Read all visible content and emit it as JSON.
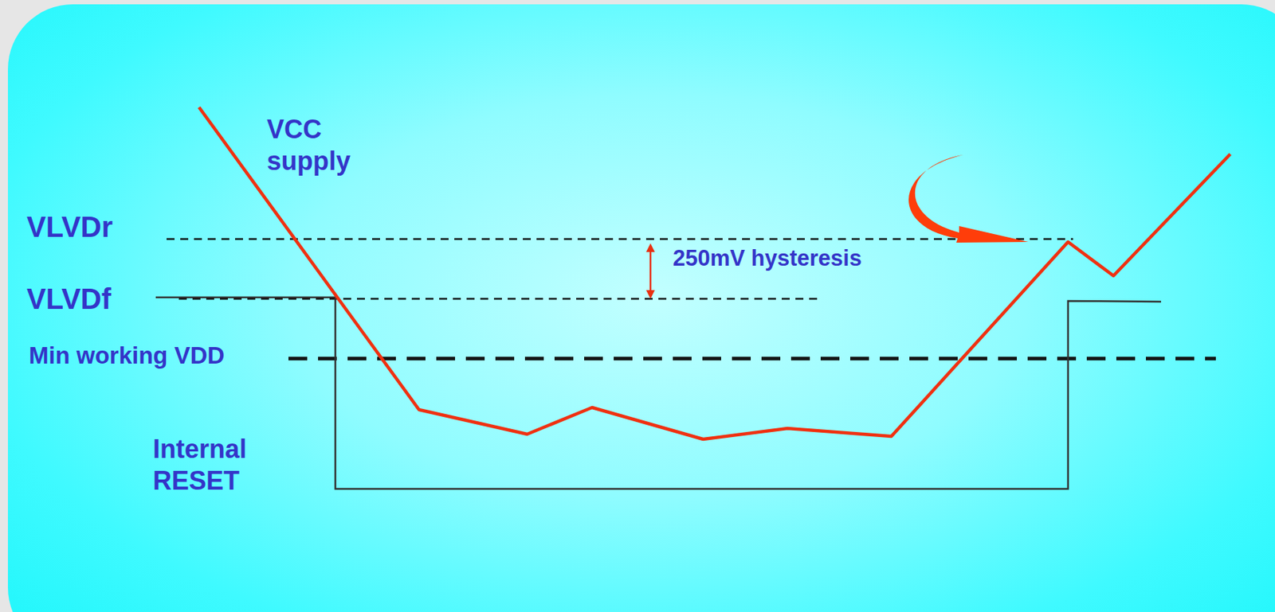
{
  "diagram": {
    "labels": [
      "VCC supply",
      "VLVDr",
      "VLVDf",
      "Min working VDD",
      "Internal RESET",
      "250mV hysteresis"
    ]
  }
}
